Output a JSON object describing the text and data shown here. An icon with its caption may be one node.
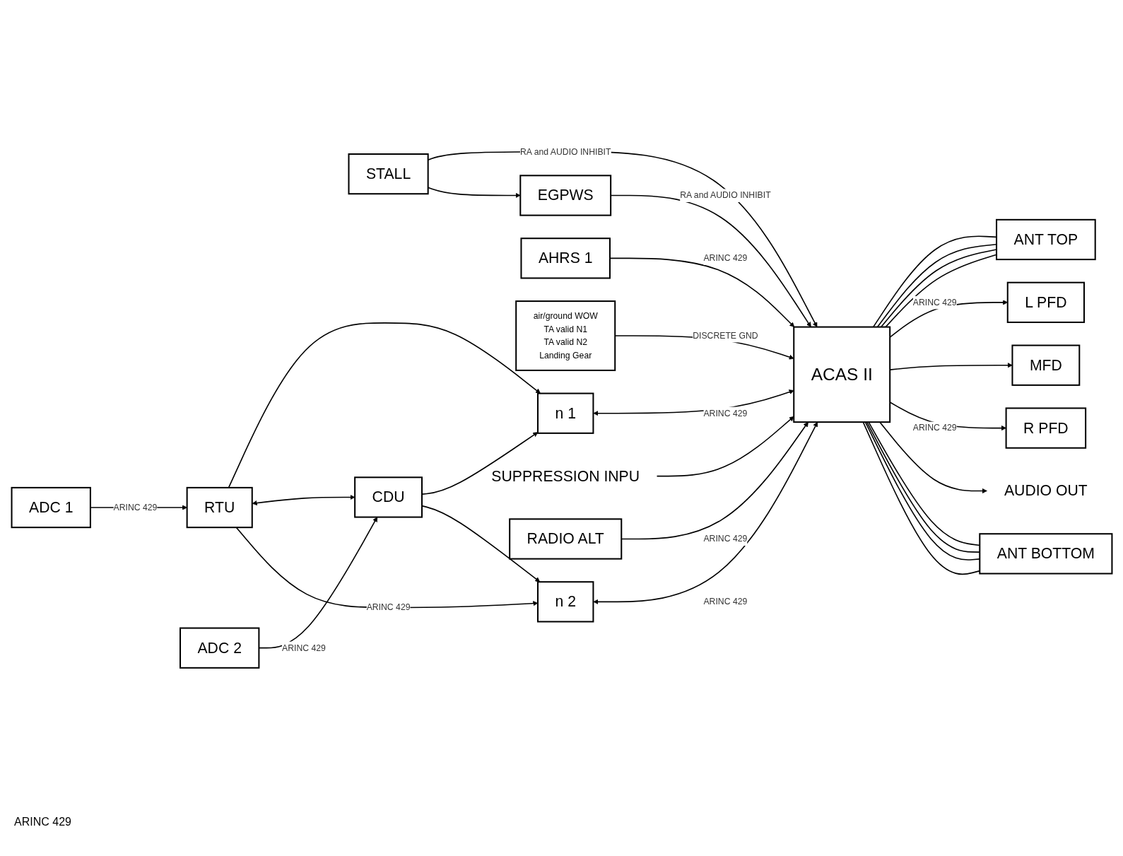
{
  "diagram": {
    "nodes": [
      {
        "text": [
          "EGPWS"
        ]
      },
      {
        "text": [
          "ADC 1"
        ]
      },
      {
        "text": [
          "ANT TOP"
        ]
      },
      {
        "text": [
          "STALL"
        ]
      },
      {
        "text": [
          "L PFD"
        ]
      },
      {
        "text": [
          "RTU"
        ]
      },
      {
        "text": [
          "n 1"
        ]
      },
      {
        "text": [
          "MFD"
        ]
      },
      {
        "text": [
          "R PFD"
        ]
      },
      {
        "text": [
          "AHRS 1"
        ]
      },
      {
        "text": [
          "ACAS II"
        ]
      },
      {
        "text": [
          "air/ground  WOW",
          "TA valid N1",
          "TA valid N2",
          "Landing Gear"
        ]
      },
      {
        "text": [
          "CDU"
        ]
      },
      {
        "text": [
          "n 2"
        ]
      },
      {
        "text": [
          "AUDIO OUT"
        ]
      },
      {
        "text": [
          "SUPPRESSION INPU"
        ]
      },
      {
        "text": [
          "ADC 2"
        ]
      },
      {
        "text": [
          "RADIO ALT"
        ]
      },
      {
        "text": [
          "ANT BOTTOM"
        ]
      }
    ],
    "edges": [
      {
        "from": 0,
        "to": 10,
        "arrow": "to",
        "label": "RA and AUDIO INHIBIT"
      },
      {
        "from": 3,
        "to": 10,
        "arrow": "to",
        "label": "RA and AUDIO INHIBIT"
      },
      {
        "from": 3,
        "to": 0,
        "arrow": "to"
      },
      {
        "from": 1,
        "to": 5,
        "arrow": "to",
        "label": "ARINC 429"
      },
      {
        "from": 5,
        "to": 6,
        "arrow": "to"
      },
      {
        "from": 5,
        "to": 12,
        "arrow": "both"
      },
      {
        "from": 5,
        "to": 13,
        "arrow": "to",
        "label": "ARINC 429"
      },
      {
        "from": 12,
        "to": 6,
        "arrow": "to"
      },
      {
        "from": 12,
        "to": 13,
        "arrow": "to"
      },
      {
        "from": 16,
        "to": 12,
        "arrow": "to",
        "label": "ARINC 429"
      },
      {
        "from": 6,
        "to": 10,
        "arrow": "both",
        "label": "ARINC 429"
      },
      {
        "from": 9,
        "to": 10,
        "arrow": "to",
        "label": "ARINC 429"
      },
      {
        "from": 13,
        "to": 10,
        "arrow": "both",
        "label": "ARINC 429"
      },
      {
        "from": 17,
        "to": 10,
        "arrow": "to",
        "label": "ARINC 429"
      },
      {
        "from": 10,
        "to": 2,
        "arrow": "none"
      },
      {
        "from": 10,
        "to": 2,
        "arrow": "none"
      },
      {
        "from": 10,
        "to": 2,
        "arrow": "none"
      },
      {
        "from": 10,
        "to": 2,
        "arrow": "none"
      },
      {
        "from": 10,
        "to": 4,
        "arrow": "to",
        "label": "ARINC 429"
      },
      {
        "from": 10,
        "to": 7,
        "arrow": "to"
      },
      {
        "from": 10,
        "to": 8,
        "arrow": "to",
        "label": "ARINC 429"
      },
      {
        "from": 11,
        "to": 10,
        "arrow": "to",
        "label": "DISCRETE GND"
      },
      {
        "from": 10,
        "to": 14,
        "arrow": "to"
      },
      {
        "from": 15,
        "to": 10,
        "arrow": "to"
      },
      {
        "from": 10,
        "to": 18,
        "arrow": "none"
      },
      {
        "from": 10,
        "to": 18,
        "arrow": "none"
      },
      {
        "from": 10,
        "to": 18,
        "arrow": "none"
      },
      {
        "from": 10,
        "to": 18,
        "arrow": "none"
      }
    ],
    "labels": [
      "ARINC 429"
    ]
  }
}
